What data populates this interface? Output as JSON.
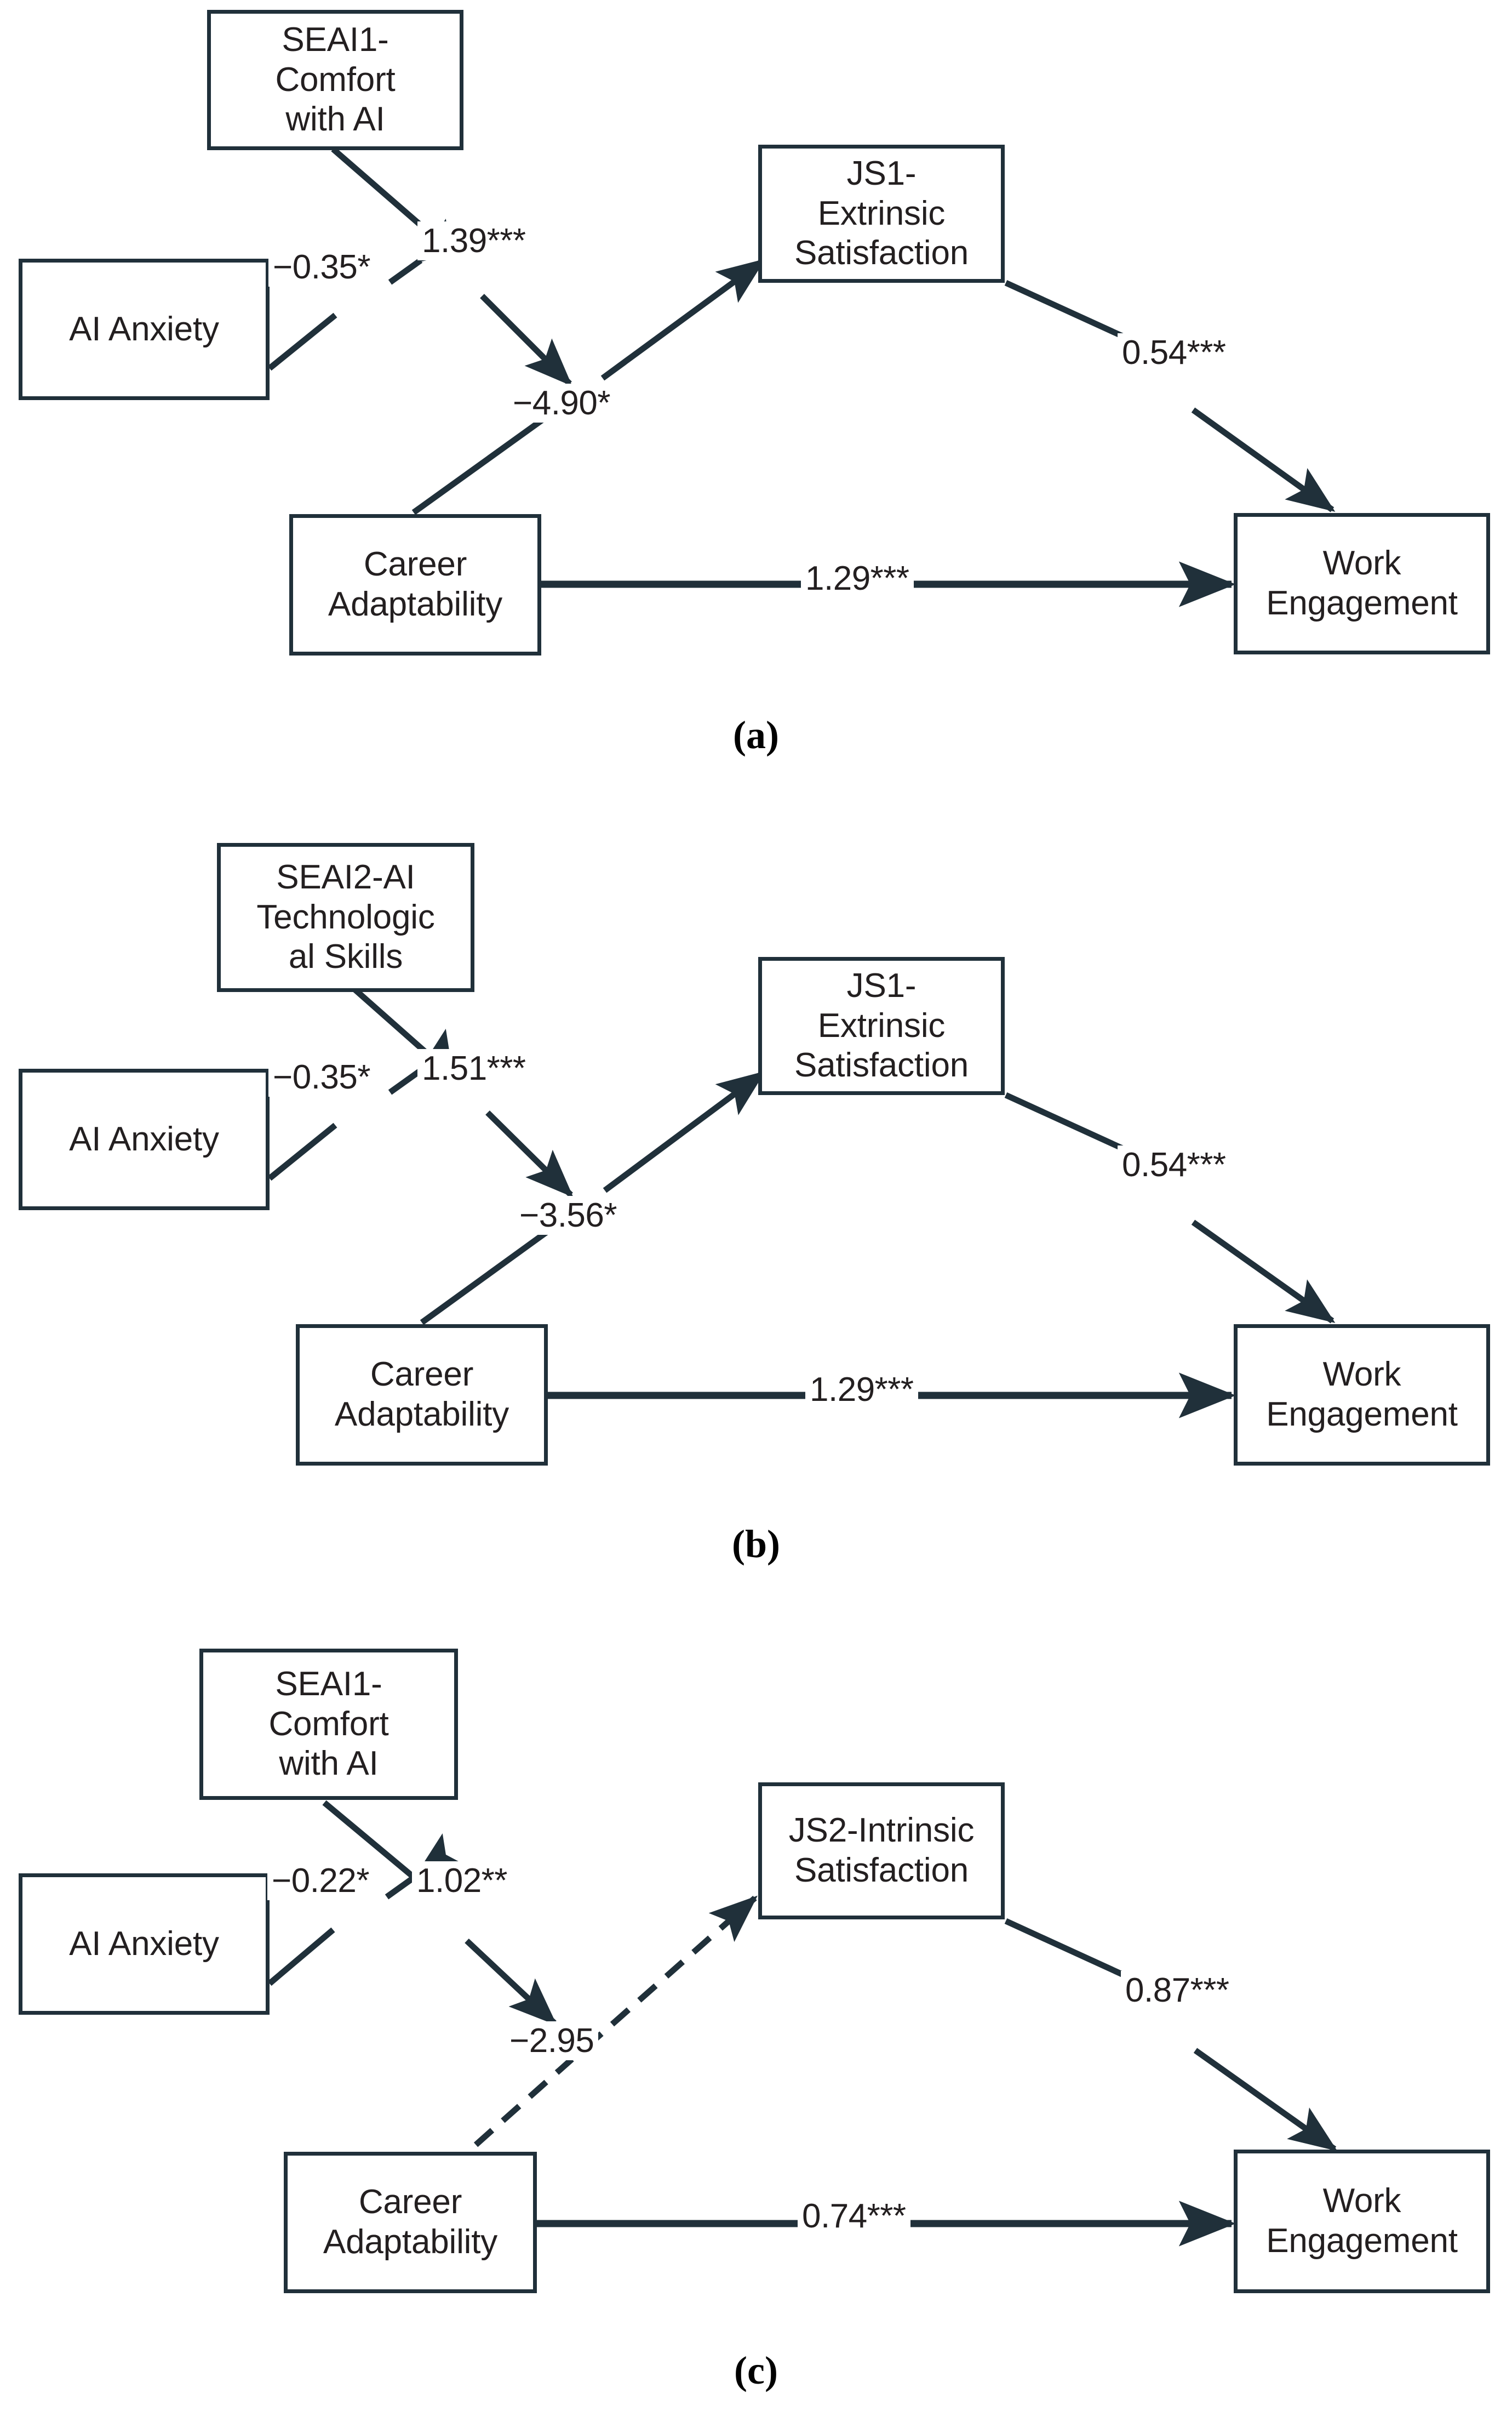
{
  "figure": {
    "type": "path-diagram",
    "panel_count": 3,
    "line_color": "#20303a",
    "text_color": "#231f20"
  },
  "panels": [
    {
      "id": "a",
      "label": "(a)",
      "nodes": {
        "mediator_top": "SEAI1-\nComfort\nwith AI",
        "mediator_top_lines": [
          "SEAI1-",
          "Comfort",
          "with AI"
        ],
        "predictor": "AI Anxiety",
        "moderator": "Career\nAdaptability",
        "moderator_lines": [
          "Career",
          "Adaptability"
        ],
        "mediator_right": "JS1-\nExtrinsic\nSatisfaction",
        "mediator_right_lines": [
          "JS1-",
          "Extrinsic",
          "Satisfaction"
        ],
        "outcome": "Work\nEngagement",
        "outcome_lines": [
          "Work",
          "Engagement"
        ]
      },
      "paths": [
        {
          "from": "AI Anxiety",
          "to": "SEAI1-Comfort with AI",
          "coef": "−0.35*",
          "style": "solid"
        },
        {
          "from": "SEAI1-Comfort with AI",
          "to": "junction",
          "coef": "1.39***",
          "style": "solid"
        },
        {
          "from": "junction",
          "to": "JS1-Extrinsic Satisfaction",
          "coef": "−4.90*",
          "style": "solid"
        },
        {
          "from": "Career Adaptability",
          "to": "JS1-Extrinsic Satisfaction",
          "coef": "",
          "style": "solid"
        },
        {
          "from": "JS1-Extrinsic Satisfaction",
          "to": "Work Engagement",
          "coef": "0.54***",
          "style": "solid"
        },
        {
          "from": "Career Adaptability",
          "to": "Work Engagement",
          "coef": "1.29***",
          "style": "solid"
        }
      ],
      "coefficients": {
        "anxiety_to_mediator": "−0.35*",
        "mediator_to_junction": "1.39***",
        "junction": "−4.90*",
        "satisfaction_to_engagement": "0.54***",
        "adaptability_to_engagement": "1.29***"
      }
    },
    {
      "id": "b",
      "label": "(b)",
      "nodes": {
        "mediator_top_lines": [
          "SEAI2-AI",
          "Technologic",
          "al Skills"
        ],
        "predictor": "AI Anxiety",
        "moderator_lines": [
          "Career",
          "Adaptability"
        ],
        "mediator_right_lines": [
          "JS1-",
          "Extrinsic",
          "Satisfaction"
        ],
        "outcome_lines": [
          "Work",
          "Engagement"
        ]
      },
      "coefficients": {
        "anxiety_to_mediator": "−0.35*",
        "mediator_to_junction": "1.51***",
        "junction": "−3.56*",
        "satisfaction_to_engagement": "0.54***",
        "adaptability_to_engagement": "1.29***"
      }
    },
    {
      "id": "c",
      "label": "(c)",
      "nodes": {
        "mediator_top_lines": [
          "SEAI1-",
          "Comfort",
          "with AI"
        ],
        "predictor": "AI Anxiety",
        "moderator_lines": [
          "Career",
          "Adaptability"
        ],
        "mediator_right_lines": [
          "JS2-Intrinsic",
          "Satisfaction"
        ],
        "outcome_lines": [
          "Work",
          "Engagement"
        ]
      },
      "coefficients": {
        "anxiety_to_mediator": "−0.22*",
        "mediator_to_junction": "1.02**",
        "junction": "−2.95",
        "satisfaction_to_engagement": "0.87***",
        "adaptability_to_engagement": "0.74***"
      },
      "dashed_path": "Career Adaptability to JS2-Intrinsic Satisfaction"
    }
  ]
}
